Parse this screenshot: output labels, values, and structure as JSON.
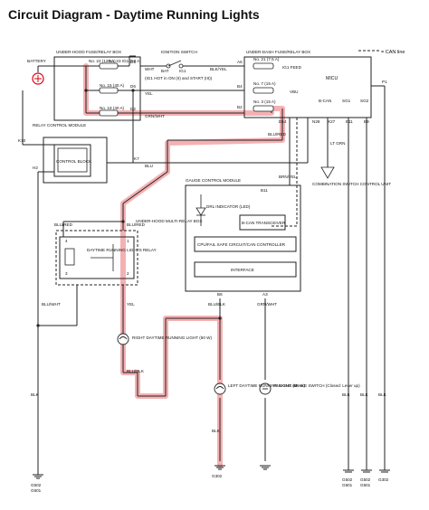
{
  "title": "Circuit Diagram - Daytime Running Lights",
  "colors": {
    "highlight": "#f2a3a6",
    "wire": "#222222",
    "background": "#ffffff"
  },
  "legend": {
    "can_line": "= CAN line"
  },
  "labels": {
    "battery": "BATTERY",
    "uh_fuse_box": "UNDER-HOOD FUSE/RELAY BOX",
    "f22": "No. 22 (120 A)",
    "f23": "No. 23 IG1 (50 A)",
    "f15": "No. 15 (40 A)",
    "f19": "No. 19 (40 A)",
    "ignition_switch": "IGNITION SWITCH",
    "bat": "BAT",
    "ig1": "IG1",
    "ig1_note": "(IG1 HOT in ON (II) and START (III))",
    "ud_fuse_box": "UNDER-DASH FUSE/RELAY BOX",
    "f21": "No. 21 (7.5 A)",
    "f7": "No. 7 (15 A)",
    "f3": "No. 3 (15 A)",
    "ig1_feed": "IG1 FEED",
    "vbu": "VBU",
    "micu": "MICU",
    "bcan": "B-CAN",
    "sg1": "SG1",
    "sg2": "SG2",
    "p1": "P1",
    "relay_ctrl": "RELAY CONTROL MODULE",
    "ctrl_block": "CONTROL BLOCK",
    "combo_switch": "COMBINATION SWITCH CONTROL UNIT",
    "gcm": "GAUGE CONTROL MODULE",
    "drl_indicator": "DRL INDICATOR (LED)",
    "bcan_transceiver": "B-CAN TRANSCEIVER",
    "cpu": "CPU/FAIL SAFE CIRCUIT/CAN CONTROLLER",
    "interface": "INTERFACE",
    "uh_relay_box": "UNDER-HOOD MULTI-RELAY BOX",
    "drl_relay": "DAYTIME RUNNING LIGHTS RELAY",
    "right_drl": "RIGHT DAYTIME RUNNING LIGHT (60 W)",
    "left_drl": "LEFT DAYTIME RUNNING LIGHT (60 W)",
    "parking_brake": "PARKING BRAKE SWITCH (Closed: Lever up)"
  },
  "pins": {
    "g1": "G1",
    "d6": "D6",
    "d2": "D2",
    "a6": "A6",
    "b4": "B4",
    "b2": "B2",
    "d14": "D14",
    "n28": "N28",
    "x27": "X27",
    "e11": "E11",
    "e9": "E9",
    "k10": "K10",
    "h2": "H2",
    "k7": "K7",
    "b11": "B11",
    "b6": "B6",
    "a3": "A3",
    "r4": "4",
    "r1": "1",
    "r3": "3",
    "r2": "2"
  },
  "wires": {
    "wht": "WHT",
    "yel": "YEL",
    "grn_wht": "GRN/WHT",
    "blk_yel": "BLK/YEL",
    "blu_red_top": "BLU/RED",
    "lt_grn": "LT GRN",
    "blu": "BLU",
    "brn_yel": "BRN/YEL",
    "blu_red_relay": "BLU/RED",
    "blu_red_l": "BLU/RED",
    "blu_wht": "BLU/WHT",
    "yel_lower": "YEL",
    "blu_blk": "BLU/BLK",
    "blu_blk2": "BLU/BLK",
    "grn_wht2": "GRN/WHT",
    "blk_left": "BLK",
    "blk_mid": "BLK",
    "blk_r1": "BLK",
    "blk_r2": "BLK",
    "blk_r3": "BLK"
  },
  "grounds": {
    "g1": "G502",
    "g1b": "G601",
    "g2": "G302",
    "g3": "G502",
    "g3b": "G601",
    "g4": "G502",
    "g4b": "G601",
    "g5": "G302"
  }
}
